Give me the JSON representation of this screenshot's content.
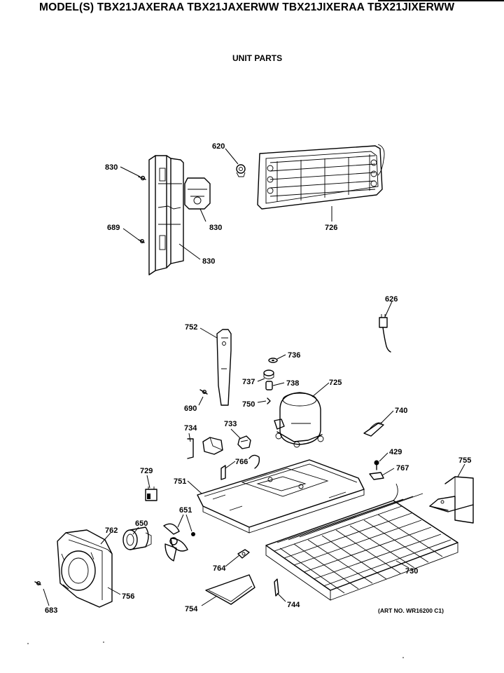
{
  "header": {
    "models": "MODEL(S) TBX21JAXERAA  TBX21JAXERWW  TBX21JIXERAA  TBX21JIXERWW"
  },
  "subtitle": "UNIT PARTS",
  "art_number": "(ART NO. WR16200 C1)",
  "callouts": {
    "c830a": "830",
    "c830b": "830",
    "c830c": "830",
    "c620": "620",
    "c689": "689",
    "c726": "726",
    "c626": "626",
    "c752": "752",
    "c736": "736",
    "c737": "737",
    "c738": "738",
    "c725": "725",
    "c690": "690",
    "c750": "750",
    "c740": "740",
    "c734": "734",
    "c733": "733",
    "c429": "429",
    "c766": "766",
    "c767": "767",
    "c755": "755",
    "c729": "729",
    "c751": "751",
    "c651": "651",
    "c762": "762",
    "c650": "650",
    "c764": "764",
    "c730": "730",
    "c756": "756",
    "c683": "683",
    "c754": "754",
    "c744": "744"
  }
}
